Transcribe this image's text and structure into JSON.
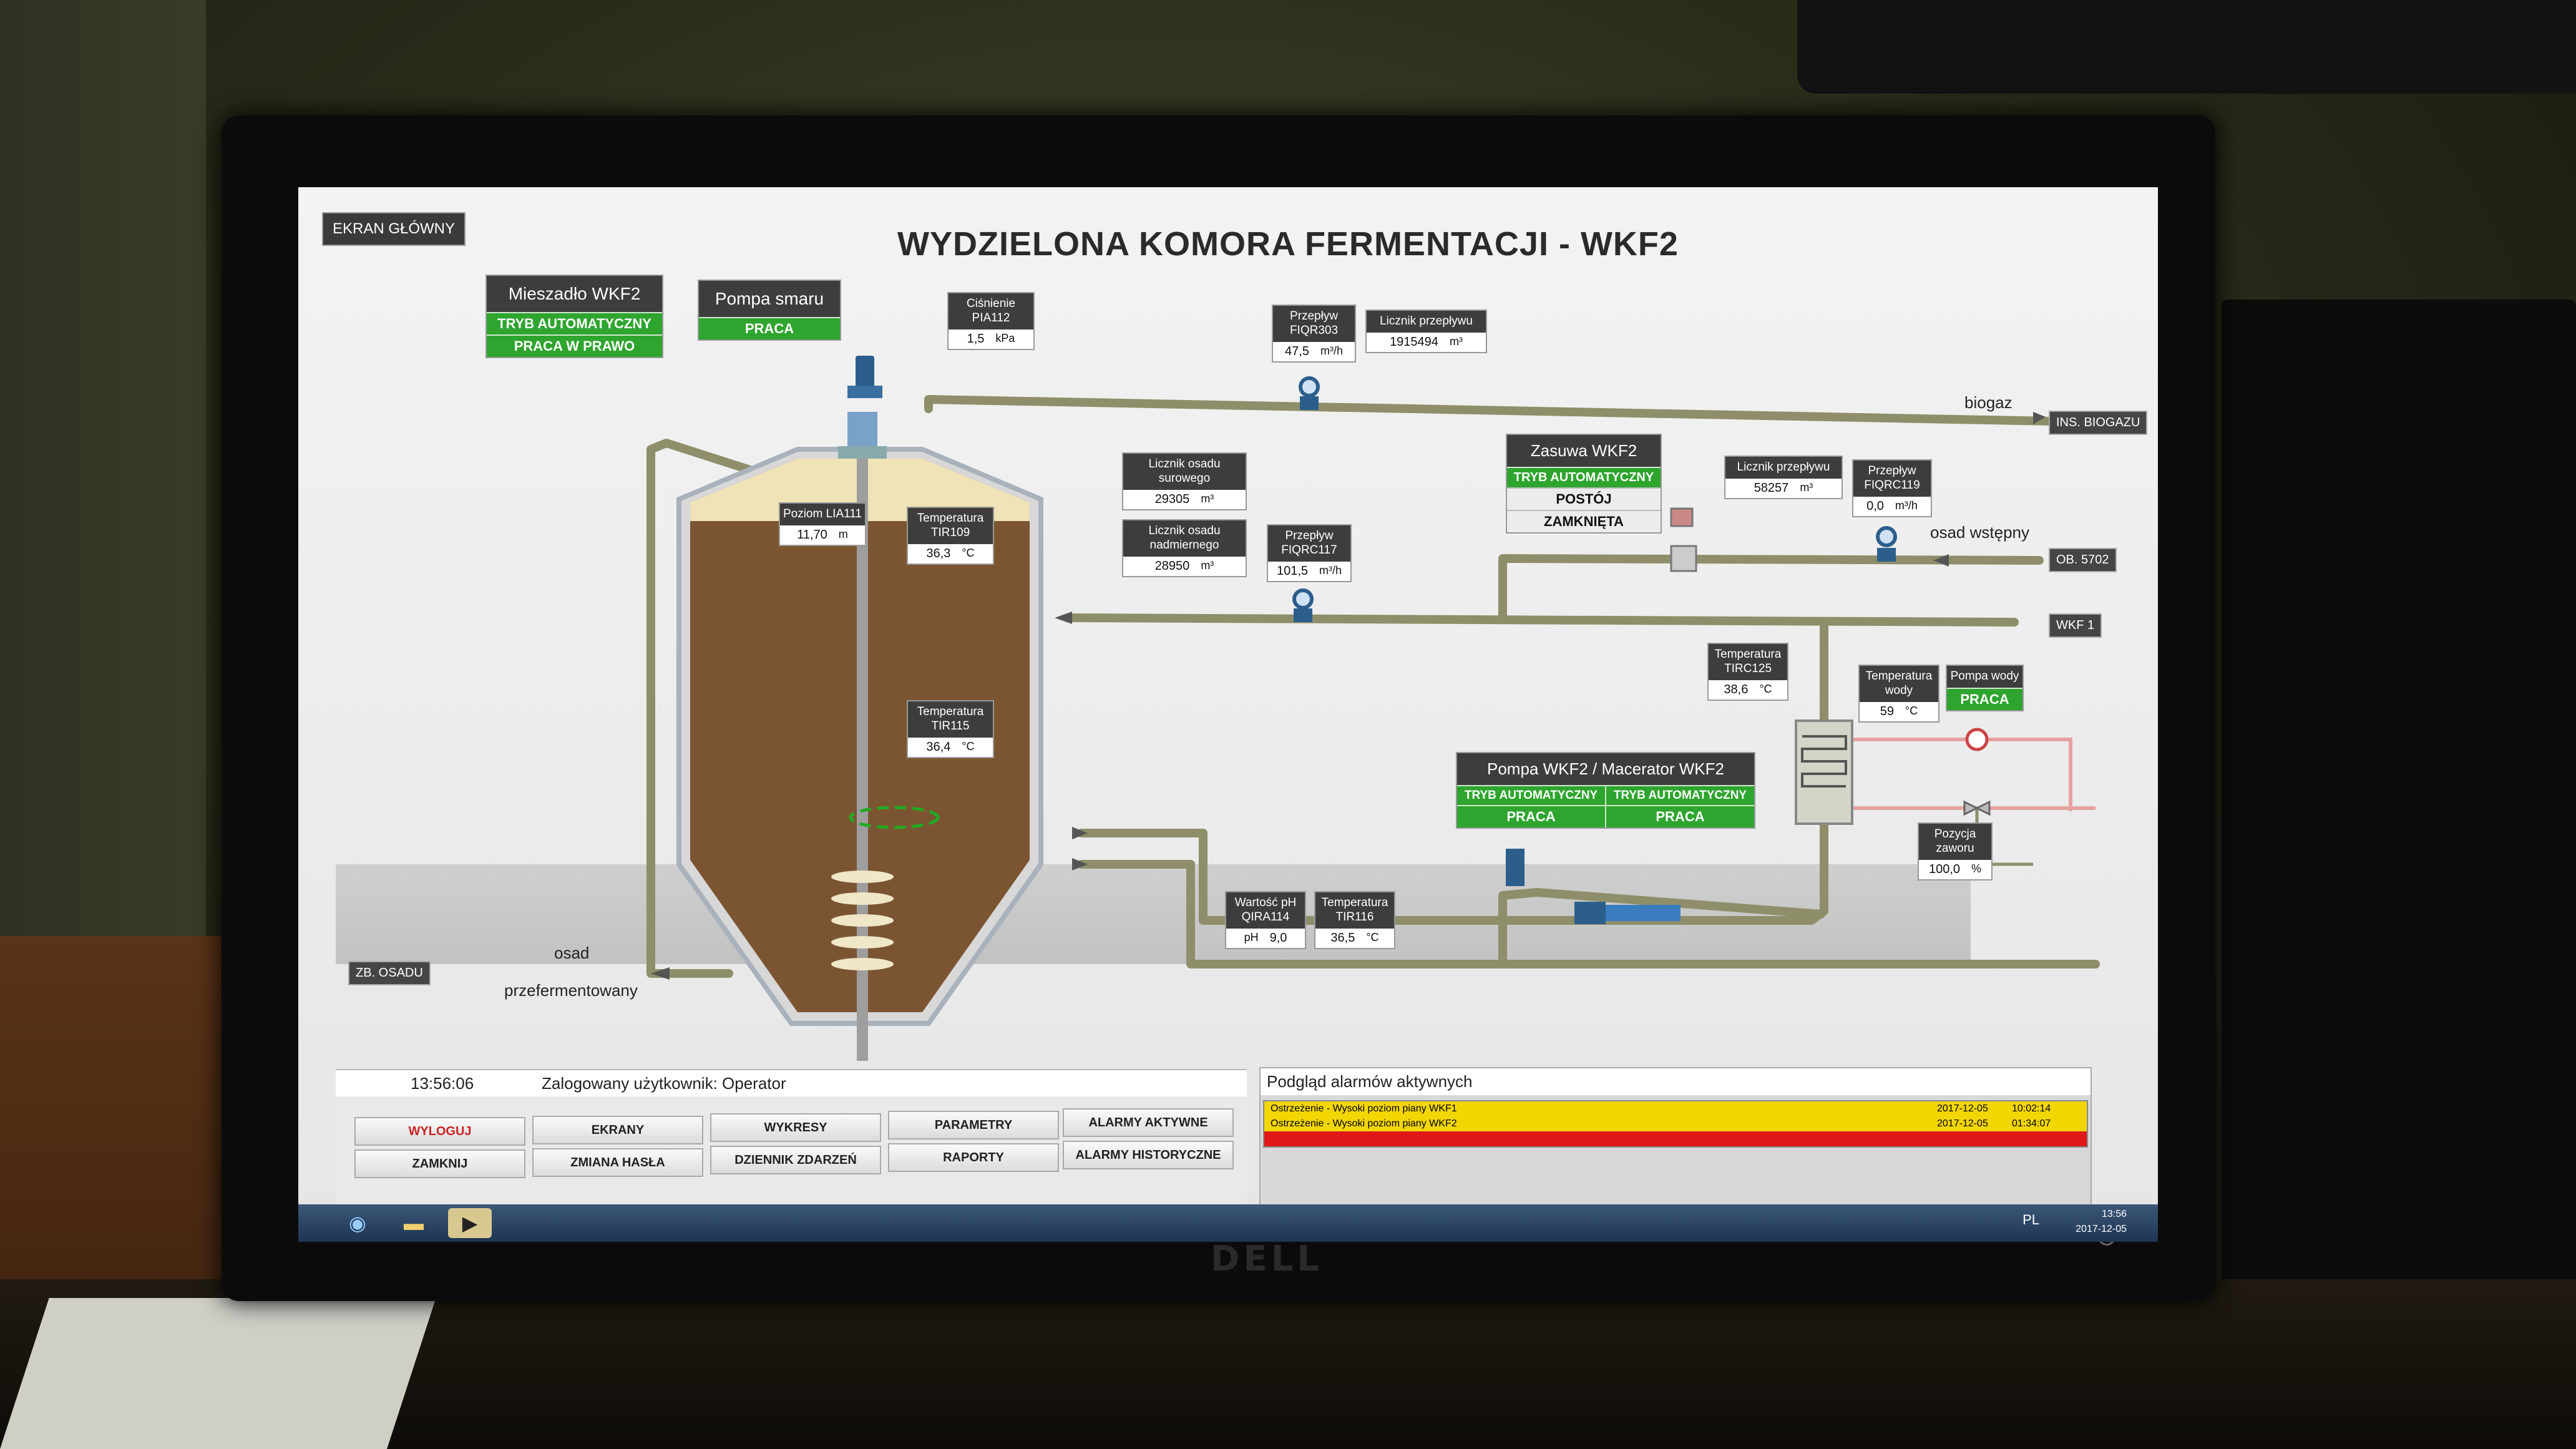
{
  "header": {
    "home_button": "EKRAN GŁÓWNY",
    "title": "WYDZIELONA KOMORA FERMENTACJI - WKF2"
  },
  "mixer": {
    "label": "Mieszadło WKF2",
    "mode": "TRYB AUTOMATYCZNY",
    "state": "PRACA W PRAWO"
  },
  "grease_pump": {
    "label": "Pompa smaru",
    "state": "PRACA"
  },
  "pressure": {
    "label": "Ciśnienie PIA112",
    "value": "1,5",
    "unit": "kPa"
  },
  "flow_303": {
    "label": "Przepływ FIQR303",
    "value": "47,5",
    "unit": "m³/h"
  },
  "flow_counter": {
    "label": "Licznik przepływu",
    "value": "1915494",
    "unit": "m³"
  },
  "biogas_label": "biogaz",
  "biogas_tag": "INS. BIOGAZU",
  "raw_counter": {
    "label": "Licznik osadu surowego",
    "value": "29305",
    "unit": "m³"
  },
  "excess_counter": {
    "label": "Licznik osadu nadmiernego",
    "value": "28950",
    "unit": "m³"
  },
  "flow_117": {
    "label": "Przepływ FIQRC117",
    "value": "101,5",
    "unit": "m³/h"
  },
  "gate": {
    "label": "Zasuwa WKF2",
    "mode": "TRYB AUTOMATYCZNY",
    "state": "POSTÓJ",
    "position": "ZAMKNIĘTA"
  },
  "flow_counter2": {
    "label": "Licznik przepływu",
    "value": "58257",
    "unit": "m³"
  },
  "flow_119": {
    "label": "Przepływ FIQRC119",
    "value": "0,0",
    "unit": "m³/h"
  },
  "osad_wstepny": "osad wstępny",
  "ob_tag": "OB. 5702",
  "wkf1_tag": "WKF 1",
  "level": {
    "label": "Poziom LIA111",
    "value": "11,70",
    "unit": "m"
  },
  "temp_109": {
    "label": "Temperatura TIR109",
    "value": "36,3",
    "unit": "°C"
  },
  "temp_115": {
    "label": "Temperatura TIR115",
    "value": "36,4",
    "unit": "°C"
  },
  "temp_125": {
    "label": "Temperatura TIRC125",
    "value": "38,6",
    "unit": "°C"
  },
  "water_temp": {
    "label": "Temperatura wody",
    "value": "59",
    "unit": "°C"
  },
  "water_pump": {
    "label": "Pompa wody",
    "state": "PRACA"
  },
  "pump_macerator": {
    "label": "Pompa WKF2 / Macerator WKF2",
    "mode1": "TRYB AUTOMATYCZNY",
    "mode2": "TRYB AUTOMATYCZNY",
    "state1": "PRACA",
    "state2": "PRACA"
  },
  "valve_pos": {
    "label": "Pozycja zaworu",
    "value": "100,0",
    "unit": "%"
  },
  "ph": {
    "label": "Wartość pH QIRA114",
    "prefix": "pH",
    "value": "9,0"
  },
  "temp_116": {
    "label": "Temperatura TIR116",
    "value": "36,5",
    "unit": "°C"
  },
  "sludge_tag": "ZB. OSADU",
  "sludge_label1": "osad",
  "sludge_label2": "przefermentowany",
  "status": {
    "time": "13:56:06",
    "user": "Zalogowany użytkownik: Operator"
  },
  "nav": {
    "row1": [
      "WYLOGUJ",
      "EKRANY",
      "WYKRESY",
      "PARAMETRY",
      "ALARMY AKTYWNE"
    ],
    "row2": [
      "ZAMKNIJ",
      "ZMIANA HASŁA",
      "DZIENNIK ZDARZEŃ",
      "RAPORTY",
      "ALARMY HISTORYCZNE"
    ]
  },
  "alarms": {
    "title": "Podgląd alarmów aktywnych",
    "rows": [
      {
        "msg": "Ostrzeżenie - Wysoki poziom piany WKF1",
        "date": "2017-12-05",
        "time": "10:02:14",
        "color": "#f2d600"
      },
      {
        "msg": "Ostrzeżenie - Wysoki poziom piany WKF2",
        "date": "2017-12-05",
        "time": "01:34:07",
        "color": "#f2d600"
      },
      {
        "msg": "",
        "date": "",
        "time": "",
        "color": "#e01818"
      }
    ]
  },
  "taskbar": {
    "lang": "PL",
    "clock_time": "13:56",
    "clock_date": "2017-12-05"
  },
  "colors": {
    "pipe": "#8e8e6a",
    "tank": "#7b5532",
    "green": "#2ea52e",
    "panel": "#3d3d3d"
  },
  "brand": "DELL"
}
